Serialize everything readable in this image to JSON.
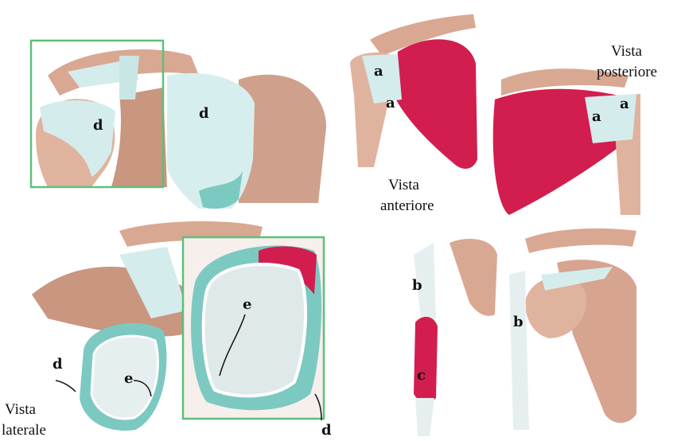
{
  "captions": {
    "anterior_line1": "Vista",
    "anterior_line2": "anteriore",
    "posterior_line1": "Vista",
    "posterior_line2": "posteriore",
    "lateral_line1": "Vista",
    "lateral_line2": "laterale"
  },
  "labels": {
    "a": "a",
    "b": "b",
    "c": "c",
    "d": "d",
    "e": "e"
  },
  "colors": {
    "bone": "#d9a892",
    "bone_dark": "#b98674",
    "ligament": "#d4ecec",
    "cartilage": "#7cc9c2",
    "muscle": "#d21e4e",
    "inset_border": "#5fbf7a"
  }
}
